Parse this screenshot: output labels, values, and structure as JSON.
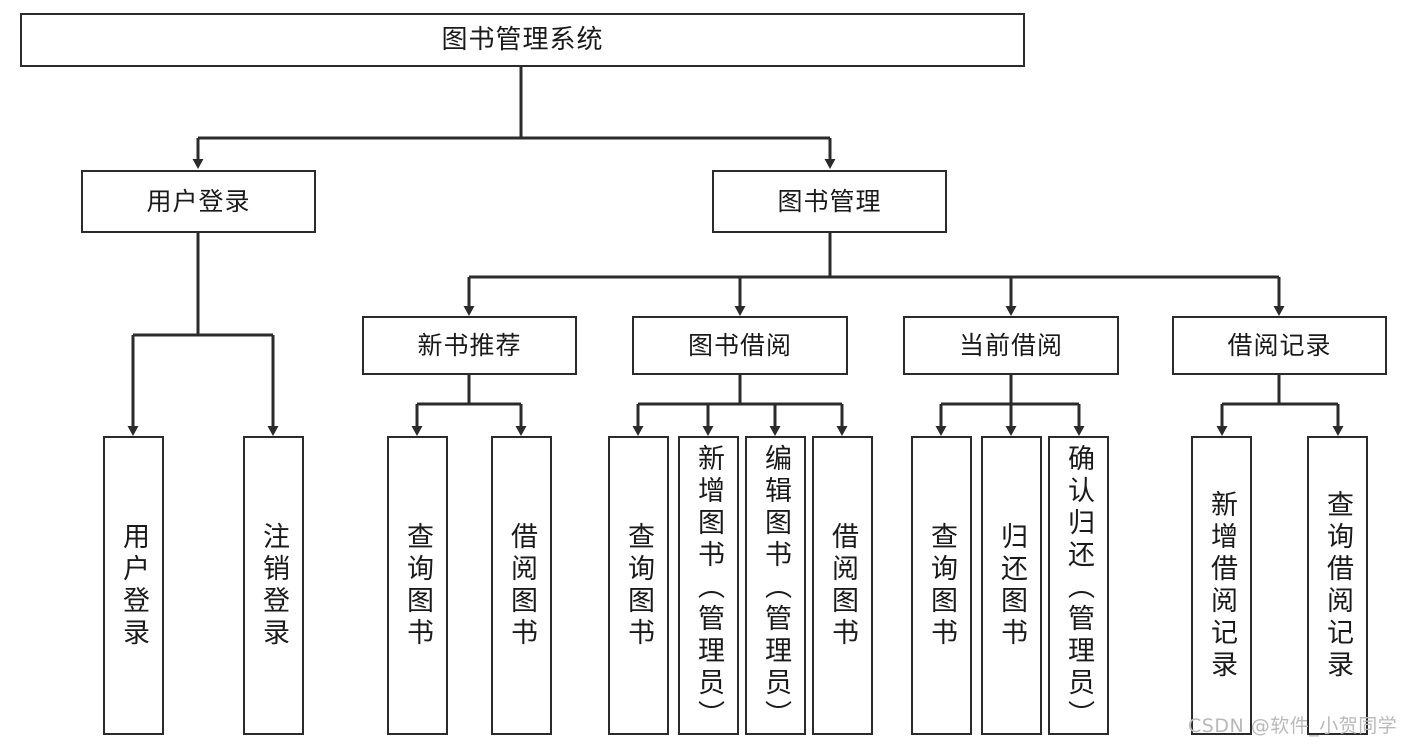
{
  "diagram": {
    "type": "tree",
    "title": "图书管理系统",
    "orientation": "top-down",
    "edge_style": "orthogonal-arrow",
    "colors": {
      "box_border": "#2b2b2b",
      "box_fill": "#ffffff",
      "line": "#2b2b2b",
      "text": "#1a1a1a",
      "watermark": "#b9b9b9",
      "background": "#ffffff"
    },
    "root": {
      "label": "图书管理系统"
    },
    "level2": [
      {
        "label": "用户登录"
      },
      {
        "label": "图书管理"
      }
    ],
    "level3": [
      {
        "label": "新书推荐"
      },
      {
        "label": "图书借阅"
      },
      {
        "label": "当前借阅"
      },
      {
        "label": "借阅记录"
      }
    ],
    "leaves": {
      "user_login": [
        {
          "label": "用户登录"
        },
        {
          "label": "注销登录"
        }
      ],
      "new_book": [
        {
          "label": "查询图书"
        },
        {
          "label": "借阅图书"
        }
      ],
      "book_borrow": [
        {
          "label": "查询图书"
        },
        {
          "label": "新增图书（管理员）"
        },
        {
          "label": "编辑图书（管理员）"
        },
        {
          "label": "借阅图书"
        }
      ],
      "current_borrow": [
        {
          "label": "查询图书"
        },
        {
          "label": "归还图书"
        },
        {
          "label": "确认归还（管理员）"
        }
      ],
      "borrow_record": [
        {
          "label": "新增借阅记录"
        },
        {
          "label": "查询借阅记录"
        }
      ]
    }
  },
  "watermark": {
    "text": "CSDN @软件_小贺同学"
  }
}
